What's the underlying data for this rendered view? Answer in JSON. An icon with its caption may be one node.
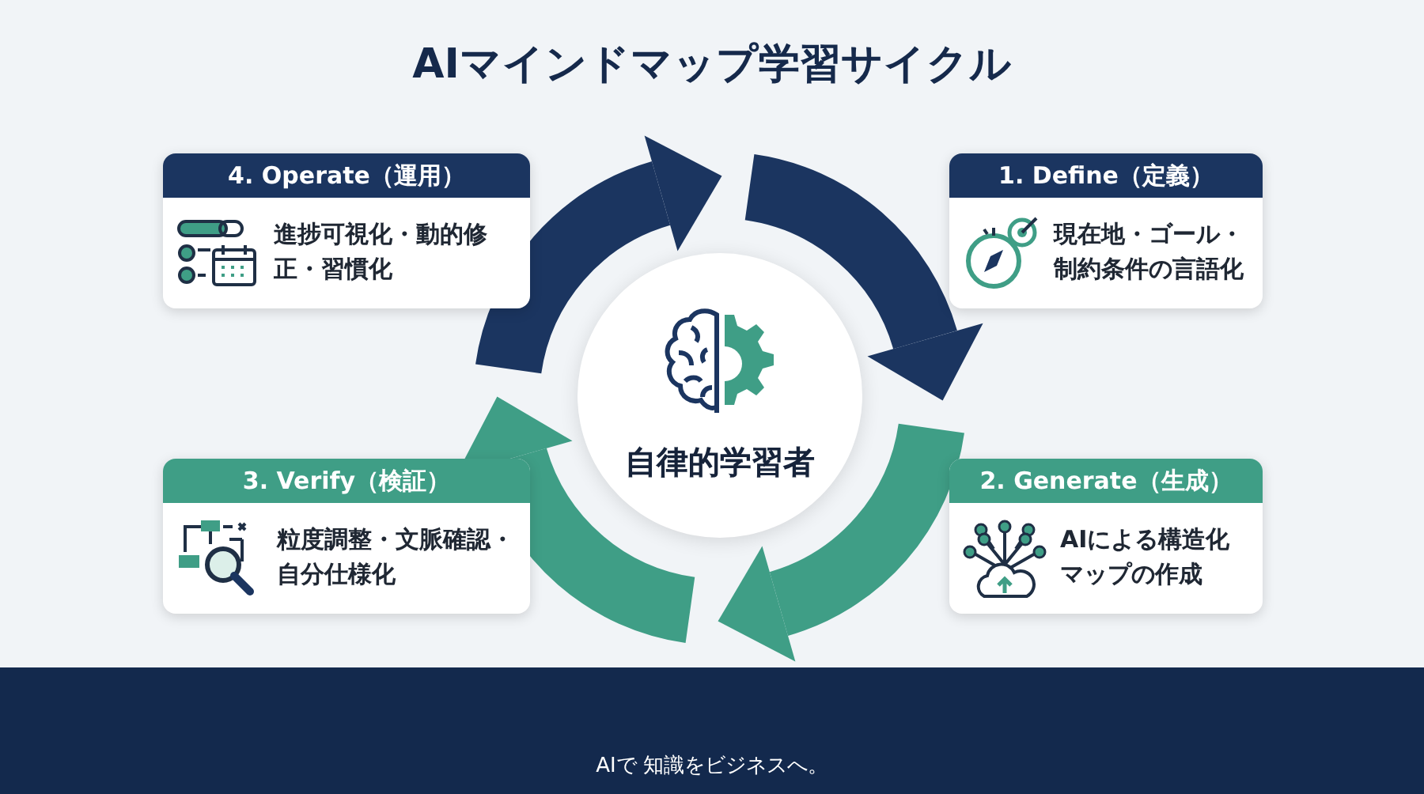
{
  "diagram": {
    "title": "AIマインドマップ学習サイクル",
    "nodes": [
      {
        "text": [
          "4. Operate（運用）",
          "進捗可視化・動的修正・習慣化"
        ]
      },
      {
        "text": [
          "1. Define（定義）",
          "現在地・ゴール・制約条件の言語化"
        ]
      },
      {
        "text": [
          "自律的学習者"
        ]
      },
      {
        "text": [
          "3. Verify（検証）",
          "粒度調整・文脈確認・自分仕様化"
        ]
      },
      {
        "text": [
          "2. Generate（生成）",
          "AIによる構造化マップの作成"
        ]
      }
    ],
    "labels": [
      "AIで 知識をビジネスへ。"
    ]
  }
}
